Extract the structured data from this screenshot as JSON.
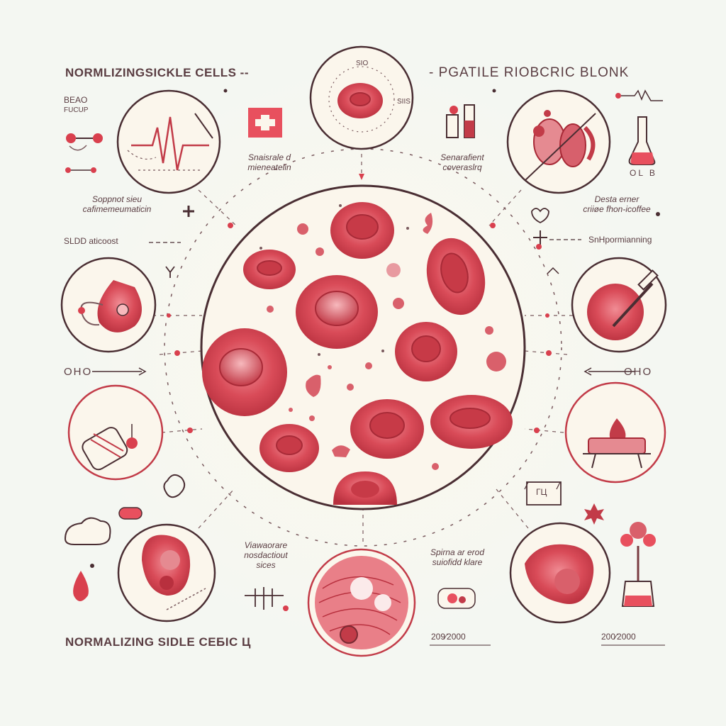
{
  "headers": {
    "top_left": "NORMLIZINGSICKLE CELLS --",
    "top_right": "- PGATILE RIOBCRIC BLONK",
    "bottom_left": "NORMALIZING SIDLE CEБIC Ц"
  },
  "small_labels": {
    "beao": "BEAO",
    "fucup": "FUCUP",
    "sldd": "SLDD aticoost",
    "shn": "SnHpormianning",
    "oho_left": "OHO",
    "oho_right": "OHO",
    "top_circle_a": "SIO",
    "top_circle_b": "SIIS",
    "gauge": "OL B",
    "drug_box": "ГЦ",
    "timeline_left": "209⁄2000",
    "timeline_right": "200⁄2000"
  },
  "captions": {
    "snaisrale": [
      "Snaisrale d",
      "mieneatelin"
    ],
    "soprot": [
      "Soppnot sieu",
      "cafimemeumaticin"
    ],
    "senarafient": [
      "Senarafient",
      "coveraslrq"
    ],
    "desta": [
      "Desta erner",
      "criiøe fhon-icoffee"
    ],
    "viawaorare": [
      "Viawaorare",
      "nosdactiout",
      "sices"
    ],
    "spirna": [
      "Spirna ar erod",
      "suiofidd klare"
    ]
  }
}
